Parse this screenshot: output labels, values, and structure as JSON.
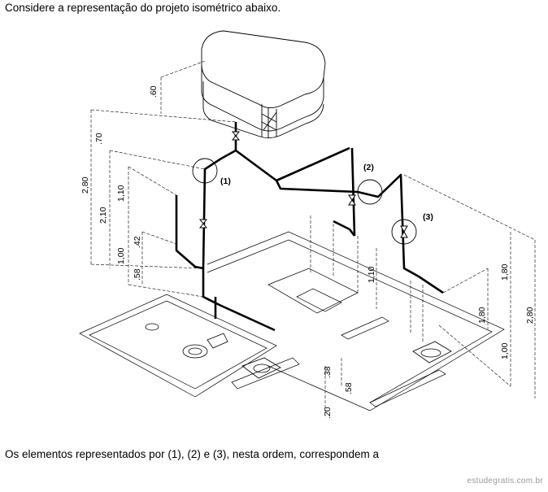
{
  "intro_text": "Considere a representação do projeto isométrico abaixo.",
  "question_text": "Os elementos representados por (1), (2) e (3), nesta ordem, correspondem a",
  "watermark": "estudegratis.com.br",
  "callouts": {
    "c1": "(1)",
    "c2": "(2)",
    "c3": "(3)"
  },
  "dimensions": {
    "tank_height": ".60",
    "left_total": "2,80",
    "left_top": ".70",
    "left_mid": "2,10",
    "left_upper": "1,10",
    "left_lower": "1,00",
    "left_small_a": ".42",
    "left_small_b": ".58",
    "center_riser": "1,10",
    "bottom_a": ".38",
    "bottom_b": ".58",
    "bottom_c": ".20",
    "right_upper": "1,80",
    "right_mid": "1,80",
    "right_total": "2,80",
    "right_lower": "1,00"
  }
}
